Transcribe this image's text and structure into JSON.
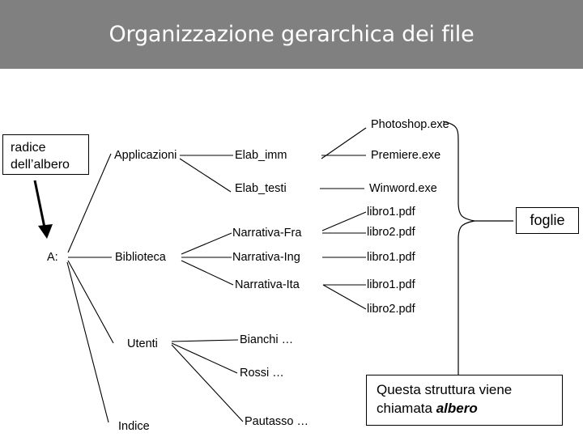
{
  "slide": {
    "title": "Organizzazione gerarchica dei file",
    "banner_color": "#808080",
    "title_color": "#ffffff",
    "background": "#ffffff",
    "line_color": "#000000"
  },
  "callouts": {
    "root": {
      "line1": "radice",
      "line2": "dell’albero"
    },
    "foglie": {
      "label": "foglie"
    },
    "albero": {
      "line1": "Questa struttura viene",
      "line2_prefix": "chiamata ",
      "line2_emphasis": "albero"
    }
  },
  "tree": {
    "root": {
      "label": "A:"
    },
    "level1": [
      {
        "label": "Applicazioni"
      },
      {
        "label": "Biblioteca"
      },
      {
        "label": "Utenti"
      },
      {
        "label": "Indice"
      }
    ],
    "level2": [
      {
        "label": "Elab_imm"
      },
      {
        "label": "Elab_testi"
      },
      {
        "label": "Narrativa-Fra"
      },
      {
        "label": "Narrativa-Ing"
      },
      {
        "label": "Narrativa-Ita"
      },
      {
        "label": "Bianchi …"
      },
      {
        "label": "Rossi …"
      },
      {
        "label": "Pautasso …"
      }
    ],
    "leaves": [
      {
        "label": "Photoshop.exe"
      },
      {
        "label": "Premiere.exe"
      },
      {
        "label": "Winword.exe"
      },
      {
        "label": "libro1.pdf"
      },
      {
        "label": "libro2.pdf"
      },
      {
        "label": "libro1.pdf"
      },
      {
        "label": "libro1.pdf"
      },
      {
        "label": "libro2.pdf"
      }
    ]
  }
}
